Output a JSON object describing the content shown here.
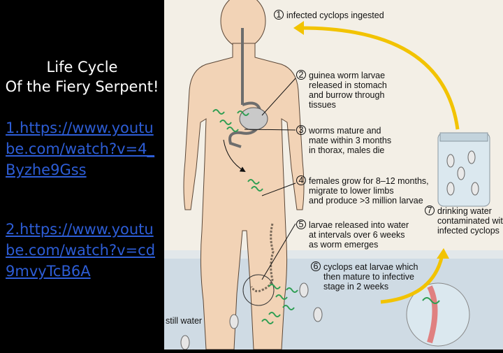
{
  "sidebar": {
    "title_line1": "Life Cycle",
    "title_line2": "Of the Fiery Serpent!",
    "link1": "1.https://www.youtube.com/watch?v=4_Byzhe9Gss",
    "link2": "2.https://www.youtube.com/watch?v=cd9mvyTcB6A",
    "link_color": "#2d5dd6"
  },
  "diagram": {
    "step1": {
      "num": "1",
      "line1": "infected cyclops ingested"
    },
    "step2": {
      "num": "2",
      "line1": "guinea worm larvae",
      "line2": "released in stomach",
      "line3": "and burrow through",
      "line4": "tissues"
    },
    "step3": {
      "num": "3",
      "line1": "worms mature and",
      "line2": "mate within 3 months",
      "line3": "in thorax, males die"
    },
    "step4": {
      "num": "4",
      "line1": "females grow for 8–12 months,",
      "line2": "migrate to lower limbs",
      "line3": "and produce >3 million larvae"
    },
    "step5": {
      "num": "5",
      "line1": "larvae released into water",
      "line2": "at intervals over 6 weeks",
      "line3": "as worm emerges"
    },
    "step6": {
      "num": "6",
      "line1": "cyclops eat larvae which",
      "line2": "then mature to infective",
      "line3": "stage in 2 weeks"
    },
    "step7": {
      "num": "7",
      "line1": "drinking water",
      "line2": "contaminated with",
      "line3": "infected cyclops"
    },
    "still_water": "still water",
    "colors": {
      "background": "#f3efe6",
      "water": "#cfdbe4",
      "body": "#f2d3b6",
      "arrow": "#f2c300",
      "larvae": "#2e9e52"
    }
  }
}
